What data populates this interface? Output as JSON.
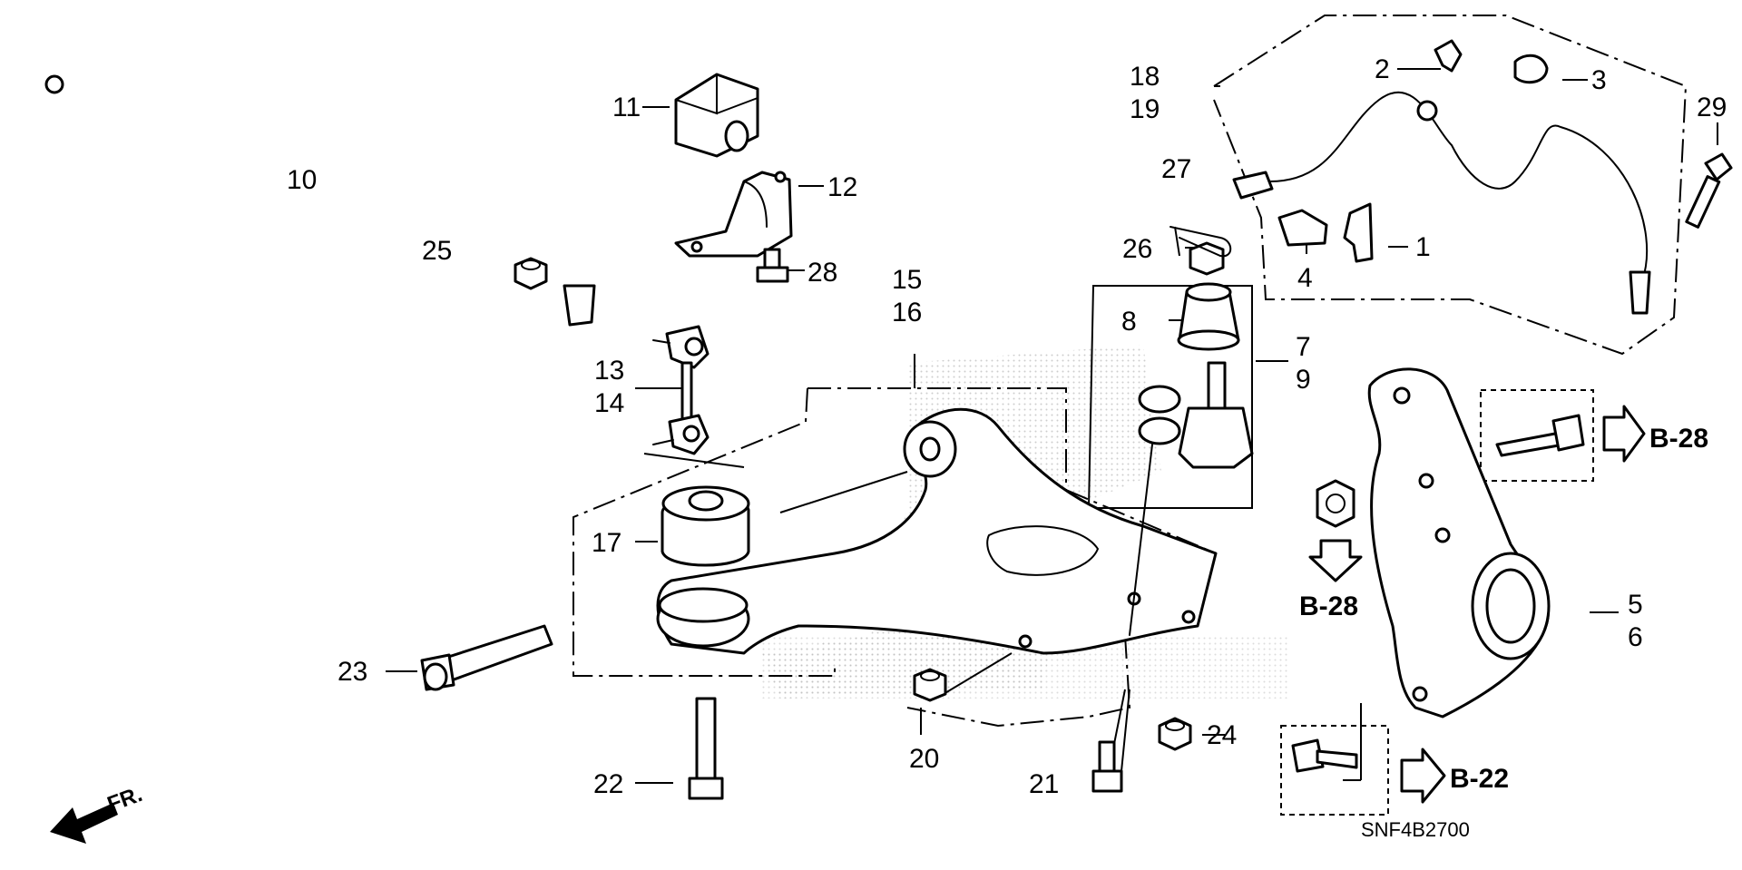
{
  "callouts": [
    {
      "id": "c1",
      "text": "1"
    },
    {
      "id": "c2",
      "text": "2"
    },
    {
      "id": "c3",
      "text": "3"
    },
    {
      "id": "c4",
      "text": "4"
    },
    {
      "id": "c5",
      "text": "5"
    },
    {
      "id": "c6",
      "text": "6"
    },
    {
      "id": "c7",
      "text": "7"
    },
    {
      "id": "c8",
      "text": "8"
    },
    {
      "id": "c9",
      "text": "9"
    },
    {
      "id": "c10",
      "text": "10"
    },
    {
      "id": "c11",
      "text": "11"
    },
    {
      "id": "c12",
      "text": "12"
    },
    {
      "id": "c13",
      "text": "13"
    },
    {
      "id": "c14",
      "text": "14"
    },
    {
      "id": "c15",
      "text": "15"
    },
    {
      "id": "c16",
      "text": "16"
    },
    {
      "id": "c17",
      "text": "17"
    },
    {
      "id": "c18",
      "text": "18"
    },
    {
      "id": "c19",
      "text": "19"
    },
    {
      "id": "c20",
      "text": "20"
    },
    {
      "id": "c21",
      "text": "21"
    },
    {
      "id": "c22",
      "text": "22"
    },
    {
      "id": "c23",
      "text": "23"
    },
    {
      "id": "c24",
      "text": "24"
    },
    {
      "id": "c25",
      "text": "25"
    },
    {
      "id": "c26",
      "text": "26"
    },
    {
      "id": "c27",
      "text": "27"
    },
    {
      "id": "c28",
      "text": "28"
    },
    {
      "id": "c29",
      "text": "29"
    }
  ],
  "references": [
    {
      "id": "ref-b28-top",
      "text": "B-28"
    },
    {
      "id": "ref-b28-mid",
      "text": "B-28"
    },
    {
      "id": "ref-b22",
      "text": "B-22"
    }
  ],
  "direction_label": "FR.",
  "diagram_code": "SNF4B2700"
}
